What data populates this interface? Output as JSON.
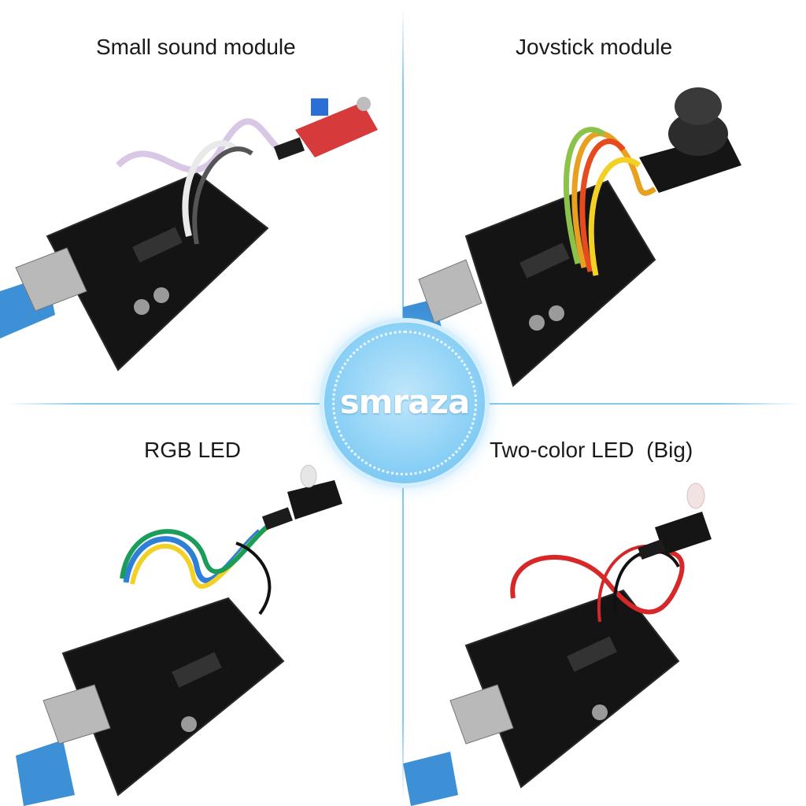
{
  "captions": {
    "top_left": "Small sound module",
    "top_right": "Jovstick module",
    "bottom_left": "RGB LED",
    "bottom_right": "Two-color LED  (Big)"
  },
  "logo": {
    "text": "smraza"
  },
  "colors": {
    "divider": "#86c8ec",
    "badge": "#8fd2f6",
    "board": "#111111",
    "usb_cable": "#3d8fd6"
  }
}
